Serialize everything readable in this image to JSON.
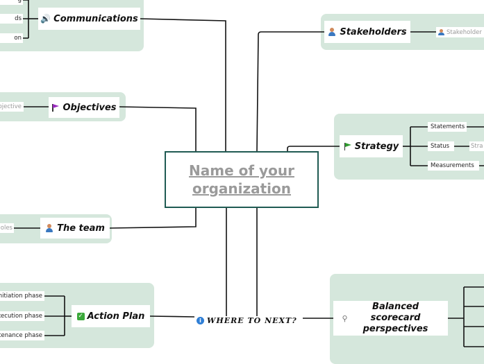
{
  "center": {
    "title": "Name of your organization"
  },
  "where_next": {
    "label": "WHERE TO NEXT?"
  },
  "topics": {
    "communications": {
      "label": "Communications",
      "leaves": [
        "g",
        "ds",
        "on"
      ]
    },
    "objectives": {
      "label": "Objectives",
      "leaves": [
        "bjective"
      ]
    },
    "team": {
      "label": "The team",
      "leaves": [
        "oles"
      ]
    },
    "action_plan": {
      "label": "Action Plan",
      "leaves": [
        "Initiation phase",
        "Execution phase",
        "ntenance phase"
      ]
    },
    "stakeholders": {
      "label": "Stakeholders",
      "leaves": [
        "Stakeholder"
      ]
    },
    "strategy": {
      "label": "Strategy",
      "leaves": [
        "Statements",
        "Status",
        "Measurements"
      ],
      "status_child": "Stra"
    },
    "balanced": {
      "label": "Balanced scorecard perspectives"
    }
  },
  "colors": {
    "panel": "#d5e7dc",
    "center_border": "#1f5a52",
    "connector": "#111111"
  },
  "icons": [
    "speaker-icon",
    "flag-icon",
    "person-icon",
    "check-icon",
    "magnifier-icon",
    "info-icon"
  ]
}
